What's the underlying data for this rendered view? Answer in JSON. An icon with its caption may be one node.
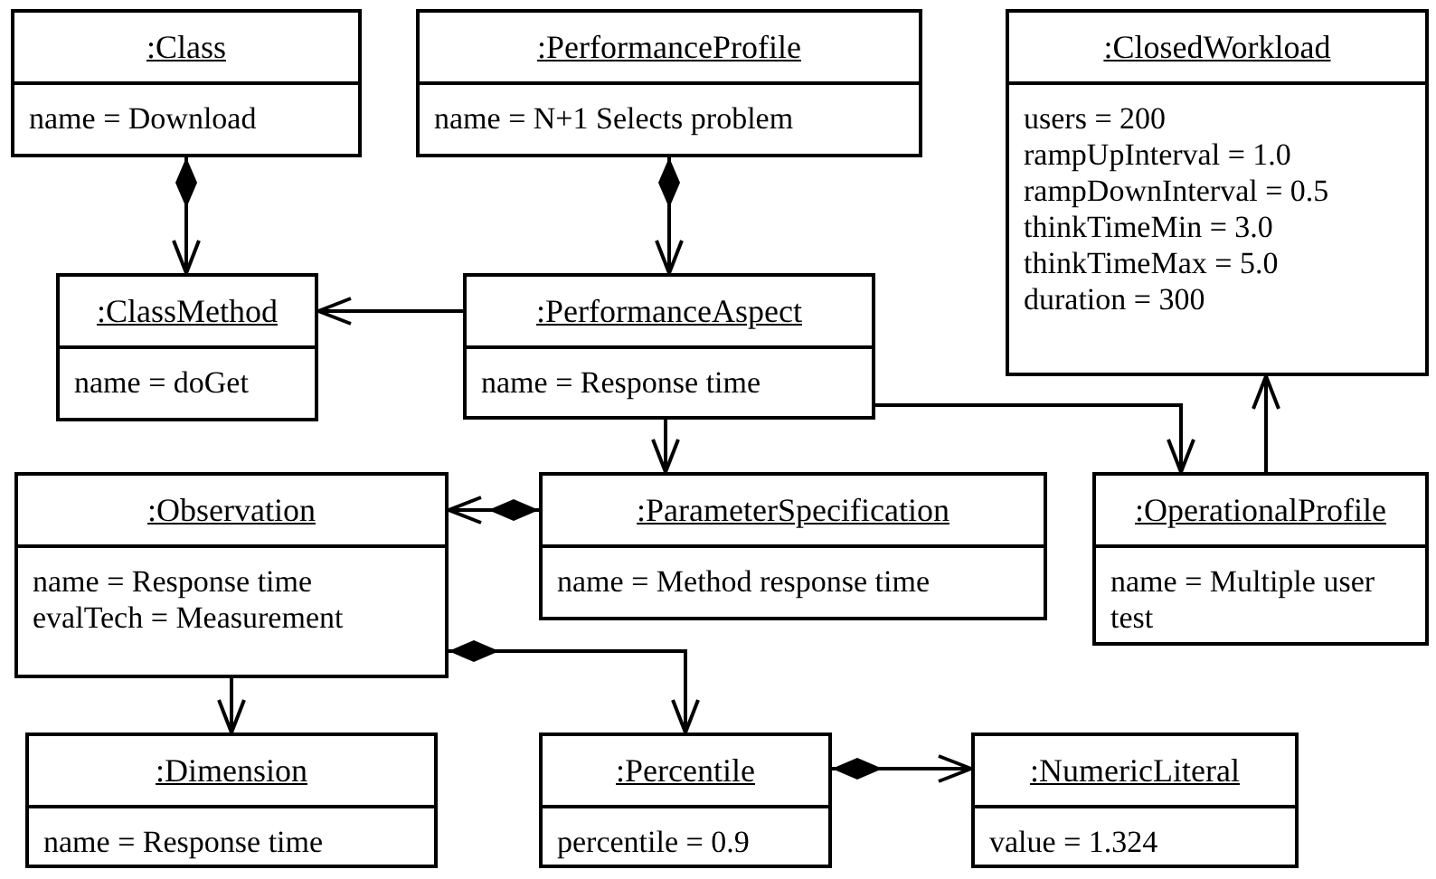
{
  "diagram": {
    "nodes": [
      {
        "text": [
          ":Class",
          "name = Download"
        ]
      },
      {
        "text": [
          ":PerformanceProfile",
          "name = N+1 Selects problem"
        ]
      },
      {
        "text": [
          ":ClosedWorkload",
          "users = 200",
          "rampUpInterval = 1.0",
          "rampDownInterval = 0.5",
          "thinkTimeMin = 3.0",
          "thinkTimeMax = 5.0",
          "duration = 300"
        ]
      },
      {
        "text": [
          ":ClassMethod",
          "name = doGet"
        ]
      },
      {
        "text": [
          ":PerformanceAspect",
          "name = Response time"
        ]
      },
      {
        "text": [
          ":Observation",
          "name = Response time",
          "evalTech = Measurement"
        ]
      },
      {
        "text": [
          ":ParameterSpecification",
          "name = Method response time"
        ]
      },
      {
        "text": [
          ":OperationalProfile",
          "name = Multiple user test"
        ]
      },
      {
        "text": [
          ":Dimension",
          "name = Response time"
        ]
      },
      {
        "text": [
          ":Percentile",
          "percentile = 0.9"
        ]
      },
      {
        "text": [
          ":NumericLiteral",
          "value = 1.324"
        ]
      }
    ],
    "edges": [
      {
        "from": 0,
        "to": 3,
        "arrow": "to"
      },
      {
        "from": 1,
        "to": 4,
        "arrow": "to"
      },
      {
        "from": 4,
        "to": 3,
        "arrow": "to"
      },
      {
        "from": 4,
        "to": 6,
        "arrow": "to"
      },
      {
        "from": 4,
        "to": 7,
        "arrow": "to"
      },
      {
        "from": 7,
        "to": 2,
        "arrow": "to"
      },
      {
        "from": 6,
        "to": 5,
        "arrow": "to"
      },
      {
        "from": 5,
        "to": 8,
        "arrow": "to"
      },
      {
        "from": 5,
        "to": 9,
        "arrow": "to"
      },
      {
        "from": 9,
        "to": 10,
        "arrow": "to"
      }
    ]
  }
}
